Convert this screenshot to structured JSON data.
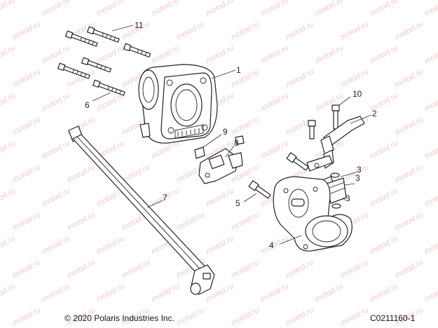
{
  "watermark": {
    "text": "motod.ru"
  },
  "callouts": [
    {
      "id": "1",
      "label": "1"
    },
    {
      "id": "2",
      "label": "2"
    },
    {
      "id": "3a",
      "label": "3"
    },
    {
      "id": "3b",
      "label": "3"
    },
    {
      "id": "3c",
      "label": "3"
    },
    {
      "id": "4",
      "label": "4"
    },
    {
      "id": "5",
      "label": "5"
    },
    {
      "id": "6",
      "label": "6"
    },
    {
      "id": "7",
      "label": "7"
    },
    {
      "id": "8",
      "label": "8"
    },
    {
      "id": "9",
      "label": "9"
    },
    {
      "id": "10",
      "label": "10"
    },
    {
      "id": "11",
      "label": "11"
    }
  ],
  "footer": {
    "copyright": "© 2020 Polaris Industries Inc.",
    "code": "C0211160-1"
  },
  "colors": {
    "watermark": "#f1c9c9",
    "line": "#222222"
  }
}
